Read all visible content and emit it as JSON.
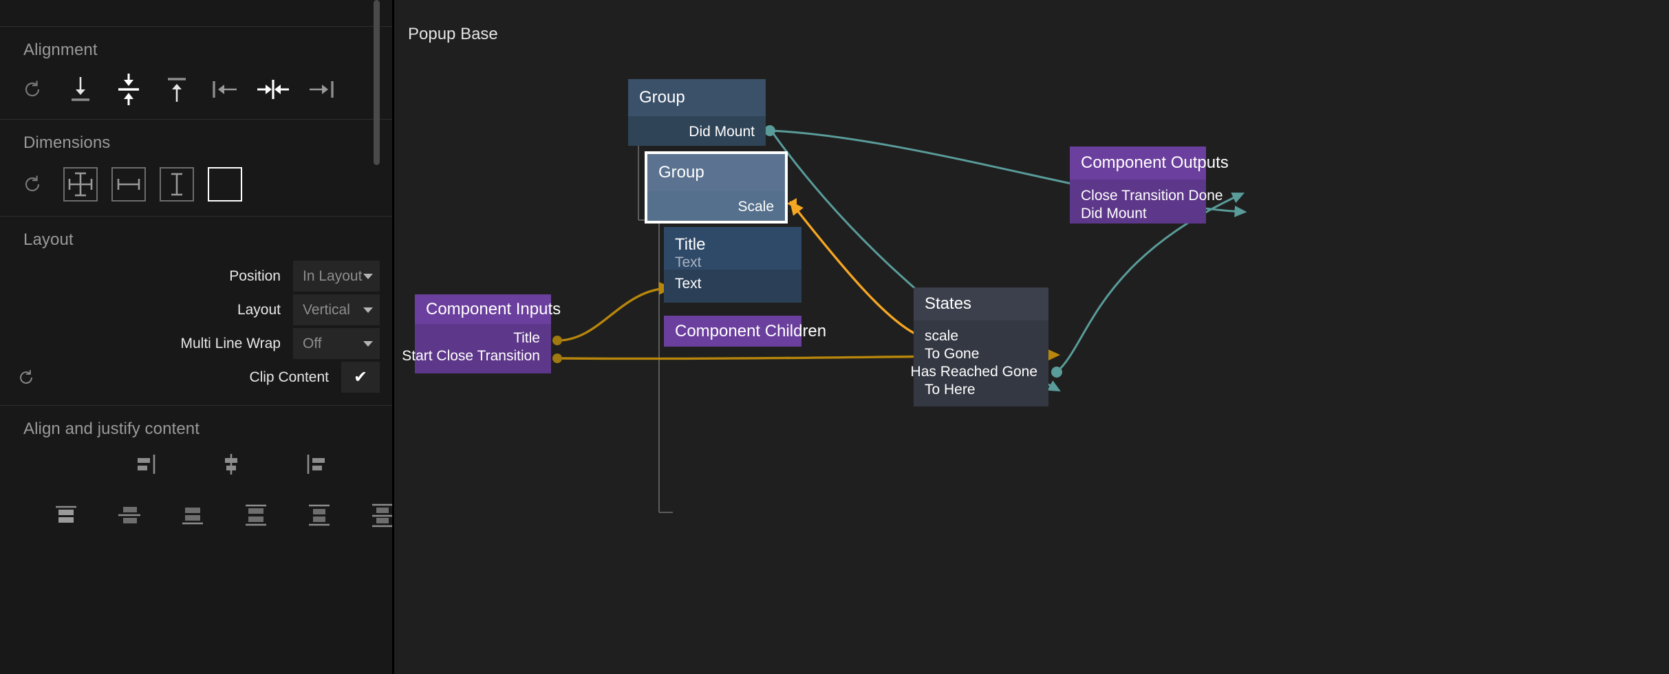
{
  "inspector": {
    "sections": [
      {
        "key": "alignment",
        "title": "Alignment"
      },
      {
        "key": "dimensions",
        "title": "Dimensions"
      },
      {
        "key": "layout",
        "title": "Layout"
      },
      {
        "key": "align_justify",
        "title": "Align and justify content"
      }
    ],
    "alignment": {
      "title": "Alignment",
      "buttons": [
        {
          "name": "reset-alignment-icon",
          "label": "Reset Alignment"
        },
        {
          "name": "align-bottom-icon",
          "label": "Align Bottom"
        },
        {
          "name": "align-vertical-center-icon",
          "label": "Align Vertical Center"
        },
        {
          "name": "align-top-icon",
          "label": "Align Top"
        },
        {
          "name": "align-left-icon",
          "label": "Align Left"
        },
        {
          "name": "align-horizontal-center-icon",
          "label": "Align Horizontal Center"
        },
        {
          "name": "align-right-icon",
          "label": "Align Right"
        }
      ]
    },
    "dimensions": {
      "title": "Dimensions",
      "buttons": [
        {
          "name": "reset-dimensions-icon",
          "label": "Reset Dimensions",
          "selected": false
        },
        {
          "name": "size-both-icon",
          "label": "Fit Width and Height",
          "selected": false
        },
        {
          "name": "size-width-icon",
          "label": "Fit Width",
          "selected": false
        },
        {
          "name": "size-height-icon",
          "label": "Fit Height",
          "selected": false
        },
        {
          "name": "size-fixed-icon",
          "label": "Fixed Size",
          "selected": true
        }
      ]
    },
    "layout": {
      "title": "Layout",
      "fields": [
        {
          "label": "Position",
          "value": "In Layout",
          "type": "select",
          "reset": false
        },
        {
          "label": "Layout",
          "value": "Vertical",
          "type": "select",
          "reset": false
        },
        {
          "label": "Multi Line Wrap",
          "value": "Off",
          "type": "select",
          "reset": false
        },
        {
          "label": "Clip Content",
          "value": "✔",
          "type": "checkbox",
          "reset": true
        }
      ]
    },
    "align_justify": {
      "title": "Align and justify content",
      "row1": [
        {
          "name": "justify-content-start-icon",
          "label": "Justify Start"
        },
        {
          "name": "justify-content-center-icon",
          "label": "Justify Center"
        },
        {
          "name": "justify-content-end-icon",
          "label": "Justify End"
        }
      ],
      "row2": [
        {
          "name": "align-content-start-icon",
          "label": "Align Content Start"
        },
        {
          "name": "align-content-center-icon",
          "label": "Align Content Center"
        },
        {
          "name": "align-content-end-icon",
          "label": "Align Content End"
        },
        {
          "name": "align-content-space-between-icon",
          "label": "Space Between"
        },
        {
          "name": "align-content-space-around-icon",
          "label": "Space Around"
        },
        {
          "name": "align-content-space-evenly-icon",
          "label": "Space Evenly"
        }
      ]
    }
  },
  "graph": {
    "title": "Popup Base",
    "nodes": [
      {
        "id": "group-root",
        "title": "Group",
        "subtitle": "",
        "ports_out": [
          "Did Mount"
        ],
        "ports_in": [],
        "selected": false
      },
      {
        "id": "group-child",
        "title": "Group",
        "subtitle": "",
        "ports_out": [],
        "ports_in": [
          "Scale"
        ],
        "selected": true
      },
      {
        "id": "title-text",
        "title": "Title",
        "subtitle": "Text",
        "ports_out": [],
        "ports_in": [
          "Text"
        ],
        "selected": false
      },
      {
        "id": "component-children",
        "title": "Component Children",
        "subtitle": "",
        "ports_out": [],
        "ports_in": [],
        "selected": false
      },
      {
        "id": "component-inputs",
        "title": "Component Inputs",
        "subtitle": "",
        "ports_out": [
          "Title",
          "Start Close Transition"
        ],
        "ports_in": [],
        "selected": false
      },
      {
        "id": "states",
        "title": "States",
        "subtitle": "",
        "ports_out": [
          "Has Reached Gone"
        ],
        "ports_in": [
          "scale",
          "To Gone",
          "To Here"
        ],
        "selected": false
      },
      {
        "id": "component-outputs",
        "title": "Component Outputs",
        "subtitle": "",
        "ports_out": [],
        "ports_in": [
          "Close Transition Done",
          "Did Mount"
        ],
        "selected": false
      }
    ],
    "edges": [
      {
        "from": "group-root.Did Mount",
        "to": "component-outputs.Did Mount",
        "color": "#5a9c9a"
      },
      {
        "from": "group-root.Did Mount",
        "to": "states.To Here",
        "color": "#5a9c9a"
      },
      {
        "from": "states.Has Reached Gone",
        "to": "component-outputs.Close Transition Done",
        "color": "#5a9c9a"
      },
      {
        "from": "states.scale",
        "to": "group-child.Scale",
        "color": "#f5a623"
      },
      {
        "from": "component-inputs.Title",
        "to": "title-text.Text",
        "color": "#b8860b"
      },
      {
        "from": "component-inputs.Start Close Transition",
        "to": "states.To Gone",
        "color": "#b8860b"
      }
    ],
    "colors": {
      "link_teal": "#5a9c9a",
      "link_orange": "#f5a623",
      "link_gold": "#b8860b",
      "node_blue_header": "#3a5169",
      "node_purple": "#6b3f9e",
      "node_gray": "#3c404c",
      "canvas": "#1f1f1f"
    }
  }
}
